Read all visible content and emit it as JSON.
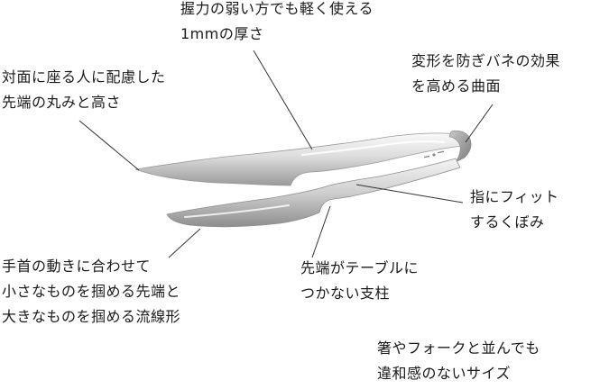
{
  "annotations": {
    "top": {
      "lines": [
        "握力の弱い方でも軽く使える",
        "1mmの厚さ"
      ]
    },
    "top_left": {
      "lines": [
        "対面に座る人に配慮した",
        "先端の丸みと高さ"
      ]
    },
    "top_right": {
      "lines": [
        "変形を防ぎバネの効果",
        "を高める曲面"
      ]
    },
    "right": {
      "lines": [
        "指にフィット",
        "するくぼみ"
      ]
    },
    "left": {
      "lines": [
        "手首の動きに合わせて",
        "小さなものを掴める先端と",
        "大きなものを掴める流線形"
      ]
    },
    "middle": {
      "lines": [
        "先端がテーブルに",
        "つかない支柱"
      ]
    },
    "bottom": {
      "lines": [
        "箸やフォークと並んでも",
        "違和感のないサイズ"
      ]
    }
  },
  "product": {
    "name": "stainless-steel-serving-tongs",
    "colors": {
      "steel_light": "#eeeeee",
      "steel_mid": "#b8b8b8",
      "steel_dark": "#7a7a7a",
      "leader_line": "#333333"
    }
  }
}
